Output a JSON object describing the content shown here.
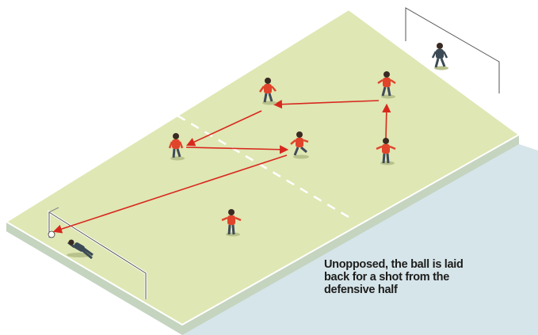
{
  "caption": {
    "lines": [
      "Unopposed, the ball is laid",
      "back for a shot from the",
      "defensive half"
    ]
  },
  "colors": {
    "pitch": "#dfe7b4",
    "pitch_edge": "#bfcb92",
    "platform": "#cfe0e6",
    "lines": "#ffffff",
    "pass_arrow": "#d8281e",
    "shirt_red": "#e0442b",
    "shorts": "#3f4a5a",
    "keeper": "#3b4a55",
    "caption_text": "#1d1d1b"
  },
  "players": [
    {
      "name": "player-attacker-top-center"
    },
    {
      "name": "player-attacker-top-right"
    },
    {
      "name": "player-attacker-left"
    },
    {
      "name": "player-attacker-center"
    },
    {
      "name": "player-attacker-right"
    },
    {
      "name": "player-defender-bottom"
    },
    {
      "name": "player-goalkeeper-left"
    },
    {
      "name": "player-goalkeeper-right"
    }
  ]
}
